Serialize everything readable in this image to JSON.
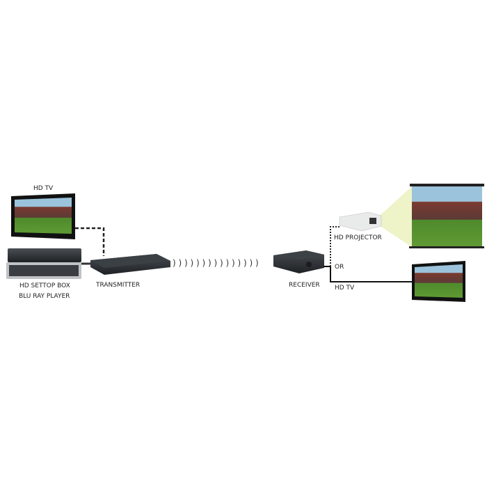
{
  "labels": {
    "hd_tv_left": "HD TV",
    "settop_box": "HD SETTOP BOX",
    "bluray": "BLU RAY PLAYER",
    "transmitter": "TRANSMITTER",
    "receiver": "RECEIVER",
    "projector": "HD PROJECTOR",
    "or": "OR",
    "hd_tv_right": "HD TV"
  },
  "waves": ") ) ) ) ) ) ) ) ) ) ) ) ) ) )",
  "colors": {
    "device": "#2e3236",
    "grass": "#4f8a2c",
    "sky": "#9cc3dc",
    "stand": "#7a3a30",
    "cone": "#eef3c8"
  }
}
